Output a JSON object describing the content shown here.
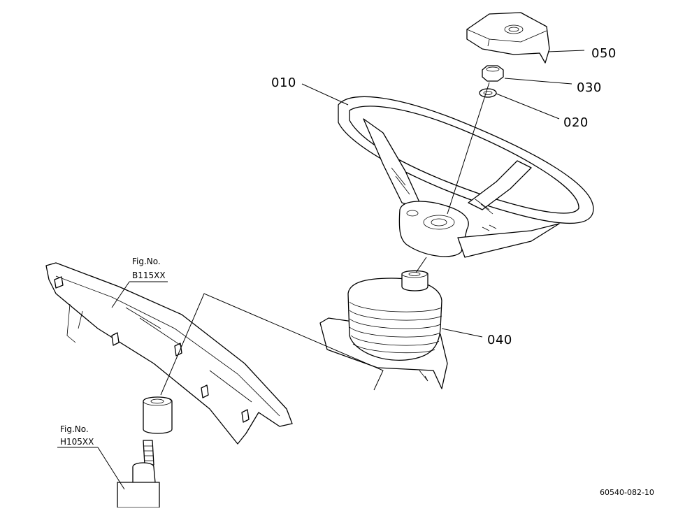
{
  "diagram": {
    "parts": [
      {
        "label": "050"
      },
      {
        "label": "030"
      },
      {
        "label": "020"
      },
      {
        "label": "010"
      },
      {
        "label": "040"
      }
    ],
    "figure_refs": [
      {
        "line1": "Fig.No.",
        "line2": "B115XX"
      },
      {
        "line1": "Fig.No.",
        "line2": "H105XX"
      }
    ],
    "drawing_code": "60540-082-10"
  }
}
